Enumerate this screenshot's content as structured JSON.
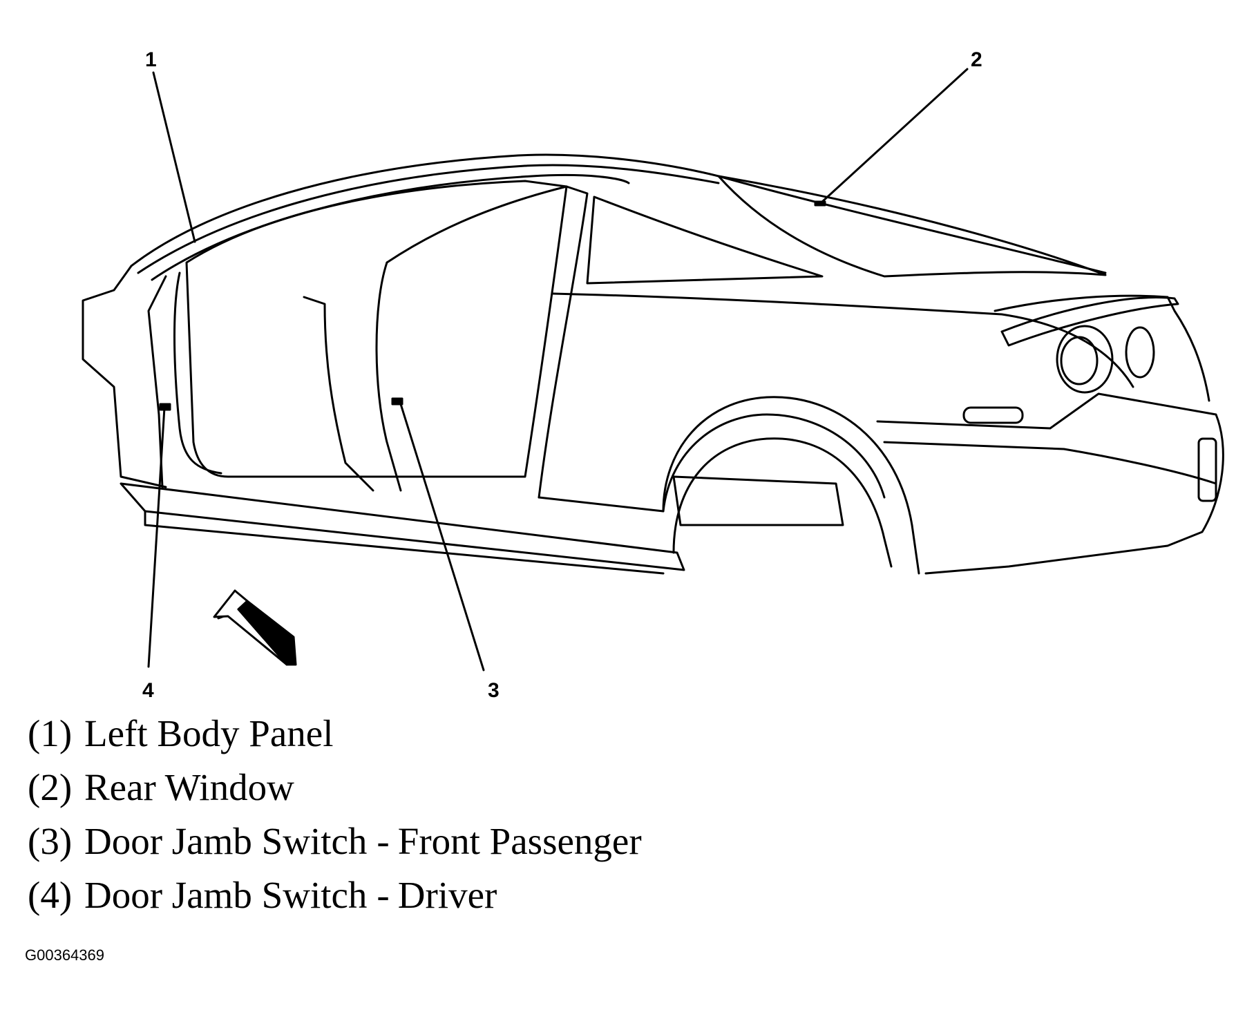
{
  "callouts": {
    "c1": "1",
    "c2": "2",
    "c3": "3",
    "c4": "4"
  },
  "legend": [
    {
      "num": "(1)",
      "text": "Left Body Panel"
    },
    {
      "num": "(2)",
      "text": "Rear Window"
    },
    {
      "num": "(3)",
      "text": "Door Jamb Switch",
      "sep": "-",
      "detail": "Front Passenger"
    },
    {
      "num": "(4)",
      "text": "Door Jamb Switch",
      "sep": "-",
      "detail": "Driver"
    }
  ],
  "figure_id": "G00364369",
  "colors": {
    "line": "#000000",
    "background": "#ffffff"
  }
}
